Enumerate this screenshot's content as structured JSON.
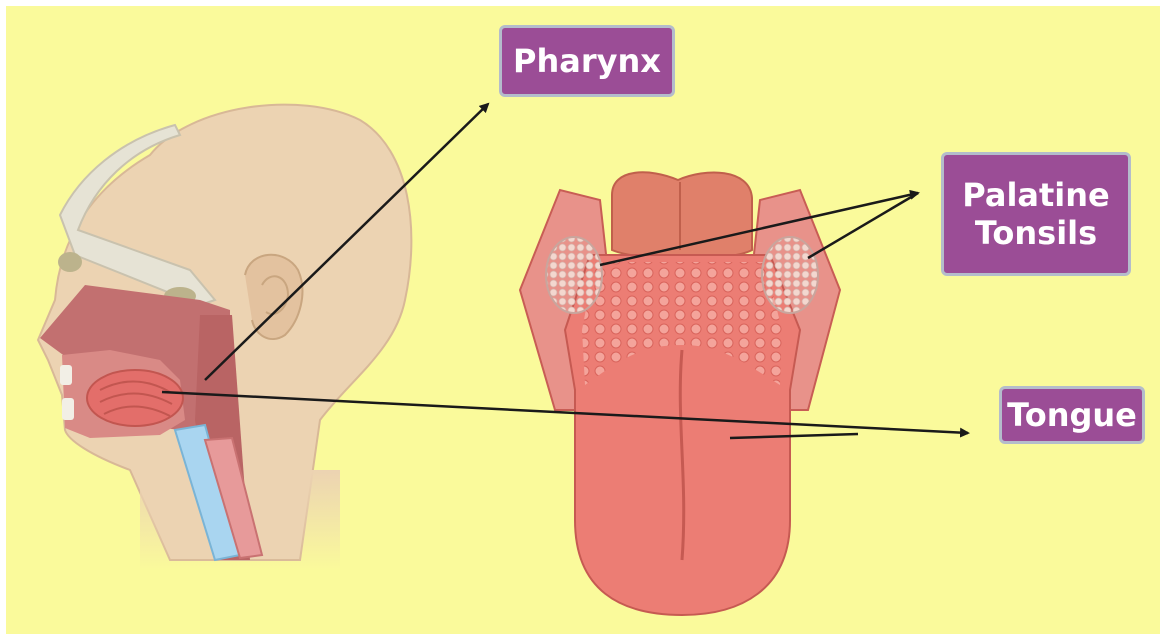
{
  "diagram": {
    "labels": {
      "pharynx": "Pharynx",
      "palatine_tonsils": "Palatine\nTonsils",
      "tongue": "Tongue"
    }
  },
  "colors": {
    "background": "#fafa9b",
    "label_fill": "#9b4d96",
    "label_border": "#b4bccb",
    "label_text": "#ffffff",
    "arrow": "#1a1a1a",
    "tongue": "#ec7d74",
    "skin": "#ecd3b2"
  }
}
